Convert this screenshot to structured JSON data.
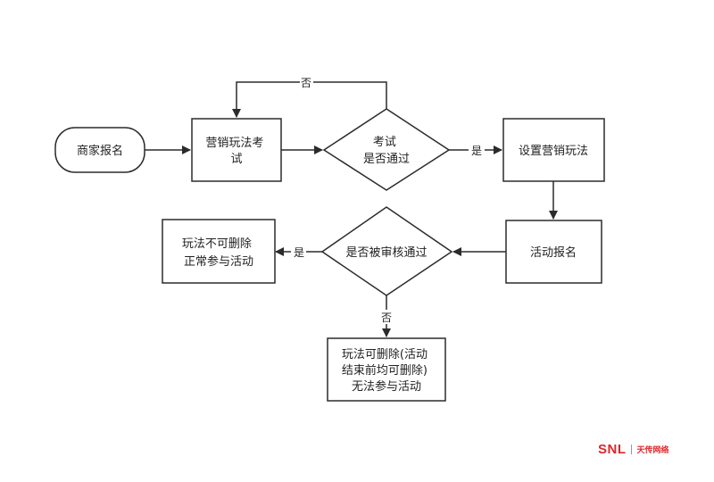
{
  "colors": {
    "stroke": "#2b2b2b",
    "text": "#222222",
    "brand": "#e0262a"
  },
  "nodes": {
    "start": "商家报名",
    "exam": [
      "营销玩法考",
      "试"
    ],
    "decision_pass": [
      "考试",
      "是否通过"
    ],
    "setup": "设置营销玩法",
    "signup": "活动报名",
    "decision_review": "是否被审核通过",
    "result_no_delete": [
      "玩法不可删除",
      "正常参与活动"
    ],
    "result_delete": [
      "玩法可删除(活动",
      "结束前均可删除)",
      "无法参与活动"
    ]
  },
  "edges": {
    "fail_back": "否",
    "pass_yes": "是",
    "review_yes": "是",
    "review_no": "否"
  },
  "watermark": {
    "mark": "SNL",
    "text": "天传网络"
  }
}
